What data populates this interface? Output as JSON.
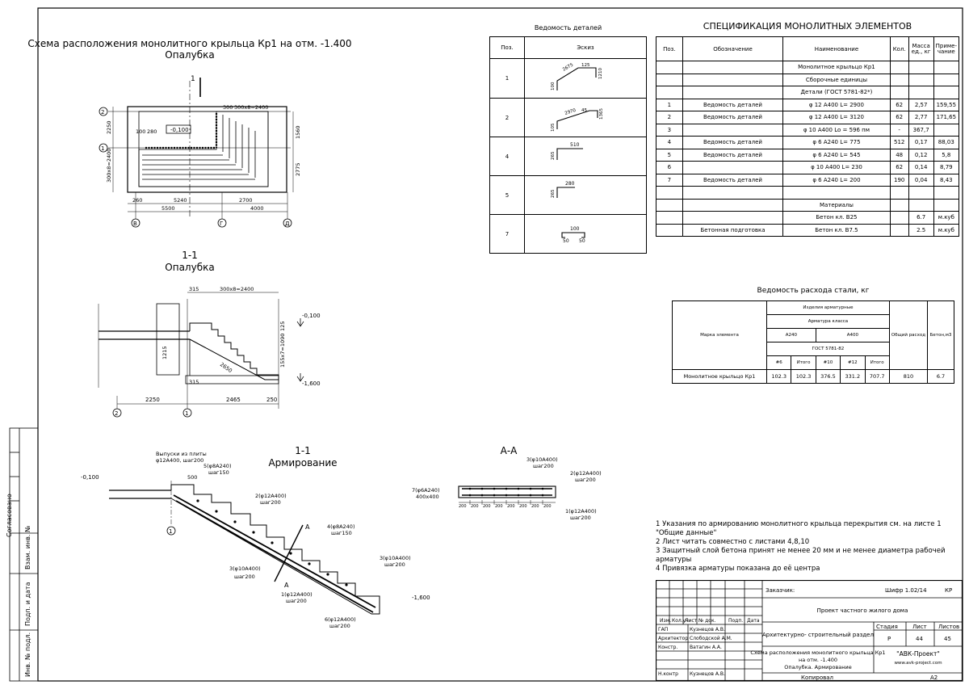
{
  "plan": {
    "title_line1": "Схема расположения монолитного крыльца Кр1 на отм. -1.400",
    "title_line2": "Опалубка",
    "section_mark": "1",
    "level_mark": "-0,100",
    "dims": {
      "d1": "300х8=2400",
      "d2": "300",
      "d3": "100",
      "d4": "280",
      "d5": "2250",
      "d6": "1560",
      "d7": "300х8=2400",
      "d8": "2775",
      "d9": "260",
      "d10": "5240",
      "d11": "2700",
      "d12": "5500",
      "d13": "4000"
    },
    "axes_left": [
      "2",
      "1"
    ],
    "axes_bottom": [
      "В",
      "Г",
      "Д"
    ]
  },
  "sec1": {
    "title_line1": "1-1",
    "title_line2": "Опалубка",
    "dims": {
      "a": "315",
      "b": "300х8=2400",
      "c": "1215",
      "d": "2650",
      "e": "155х7=1090",
      "f": "315",
      "g": "2250",
      "h": "2465",
      "i": "250",
      "j": "125"
    },
    "level_top": "-0,100",
    "level_bot": "-1,600",
    "axes": [
      "2",
      "1"
    ]
  },
  "reinf": {
    "title_line1": "1-1",
    "title_line2": "Армирование",
    "level_top": "-0,100",
    "level_bot": "-1,600",
    "axis": "1",
    "dim_500": "500",
    "cut_mark": "А",
    "labels": {
      "l1a": "Выпуски из плиты",
      "l1b": "φ12A400, шаг200",
      "l2a": "5(φ8A240)",
      "l2b": "шаг150",
      "l3a": "2(φ12A400)",
      "l3b": "шаг200",
      "l4a": "4(φ8A240)",
      "l4b": "шаг150",
      "l5a": "3(φ10A400)",
      "l5b": "шаг200",
      "l6a": "3(φ10A400)",
      "l6b": "шаг200",
      "l7a": "1(φ12A400)",
      "l7b": "шаг200",
      "l8a": "6(φ12A400)",
      "l8b": "шаг200"
    }
  },
  "secA": {
    "title": "А-А",
    "labels": {
      "a1": "3(φ10A400)",
      "a2": "шаг200",
      "b1": "2(φ12A400)",
      "b2": "шаг200",
      "c1": "7(φ6A240)",
      "c2": "400х400",
      "d1": "1(φ12A400)",
      "d2": "шаг200"
    },
    "dims": [
      "200",
      "200",
      "200",
      "200",
      "200",
      "200",
      "200",
      "200"
    ]
  },
  "details": {
    "title": "Ведомость деталей",
    "headers": [
      "Поз.",
      "Эскиз"
    ],
    "rows": [
      {
        "pos": "1",
        "dims": [
          "2675",
          "125",
          "1210",
          "100"
        ]
      },
      {
        "pos": "2",
        "dims": [
          "2970",
          "45",
          "1365",
          "105"
        ]
      },
      {
        "pos": "4",
        "dims": [
          "510",
          "265"
        ]
      },
      {
        "pos": "5",
        "dims": [
          "280",
          "265"
        ]
      },
      {
        "pos": "7",
        "dims": [
          "100",
          "50",
          "50"
        ]
      }
    ]
  },
  "spec": {
    "title": "СПЕЦИФИКАЦИЯ МОНОЛИТНЫХ ЭЛЕМЕНТОВ",
    "headers": [
      "Поз.",
      "Обозначение",
      "Наименование",
      "Кол.",
      "Масса ед., кг",
      "Приме-чание"
    ],
    "rows": [
      [
        "",
        "",
        "Монолитное крыльцо Кр1",
        "",
        "",
        ""
      ],
      [
        "",
        "",
        "Сборочные единицы",
        "",
        "",
        ""
      ],
      [
        "",
        "",
        "Детали (ГОСТ 5781-82*)",
        "",
        "",
        ""
      ],
      [
        "1",
        "Ведомость деталей",
        "φ 12 A400 L= 2900",
        "62",
        "2,57",
        "159,55"
      ],
      [
        "2",
        "Ведомость деталей",
        "φ 12 A400 L= 3120",
        "62",
        "2,77",
        "171,65"
      ],
      [
        "3",
        "",
        "φ 10 A400 Lo = 596 пм",
        "-",
        "367,7",
        ""
      ],
      [
        "4",
        "Ведомость деталей",
        "φ 6 A240 L= 775",
        "512",
        "0,17",
        "88,03"
      ],
      [
        "5",
        "Ведомость деталей",
        "φ 6 A240 L= 545",
        "48",
        "0,12",
        "5,8"
      ],
      [
        "6",
        "",
        "φ 10 A400 L= 230",
        "62",
        "0,14",
        "8,79"
      ],
      [
        "7",
        "Ведомость деталей",
        "φ 6 A240 L= 200",
        "190",
        "0,04",
        "8,43"
      ],
      [
        "",
        "",
        "",
        "",
        "",
        ""
      ],
      [
        "",
        "",
        "Материалы",
        "",
        "",
        ""
      ],
      [
        "",
        "",
        "Бетон кл. В25",
        "",
        "6.7",
        "м.куб"
      ],
      [
        "",
        "Бетонная подготовка",
        "Бетон кл. В7.5",
        "",
        "2.5",
        "м.куб"
      ]
    ]
  },
  "steel": {
    "title": "Ведомость расхода стали, кг",
    "h_mark": "Марка элемента",
    "h_products": "Изделия арматурные",
    "h_class": "Арматура класса",
    "h_a240": "А240",
    "h_a400": "А400",
    "h_gost": "ГОСТ 5781-82",
    "h_total": "Общий расход",
    "h_concrete": "Бетон,м3",
    "sub": [
      "#6",
      "Итого",
      "#10",
      "#12",
      "Итого"
    ],
    "row": [
      "Монолитное крыльцо Кр1",
      "102.3",
      "102.3",
      "376.5",
      "331.2",
      "707.7",
      "810",
      "6.7"
    ]
  },
  "notes": [
    "1 Указания по армированию монолитного крыльца перекрытия см. на листе 1 \"Общие данные\"",
    "2 Лист читать совместно с листами 4,8,10",
    "3 Защитный слой бетона принят не менее 20 мм и не менее диаметра рабочей арматуры",
    "4 Привязка арматуры показана до её центра"
  ],
  "stamp": {
    "customer": "Заказчик:",
    "code": "Шифр 1.02/14",
    "code2": "КР",
    "project": "Проект частного жилого дома",
    "section": "Архитектурно- строительный раздел",
    "h_stage": "Стадия",
    "h_sheet": "Лист",
    "h_sheets": "Листов",
    "stage": "Р",
    "sheet": "44",
    "sheets": "45",
    "cols": [
      "Изм.",
      "Кол.уч",
      "Лист",
      "№ док.",
      "Подп.",
      "Дата"
    ],
    "roles": [
      [
        "ГАП",
        "Кузнецов А.В."
      ],
      [
        "Архитектор",
        "Слободской А.М."
      ],
      [
        "Констр.",
        "Ватагин А.А."
      ],
      [
        "Н.контр",
        "Кузнецов А.В."
      ]
    ],
    "drawing_title": [
      "Схема расположения монолитного крыльца Кр1",
      "на отм. -1.400",
      "Опалубка. Армирование"
    ],
    "company": "\"АВК-Проект\"",
    "site": "www.avk-project.com",
    "copied": "Копировал",
    "format": "А2"
  },
  "side": {
    "agreed": "Согласовано",
    "inv": "Взам. инв. №",
    "sign": "Подп. и дата",
    "inv2": "Инв. № подл."
  }
}
